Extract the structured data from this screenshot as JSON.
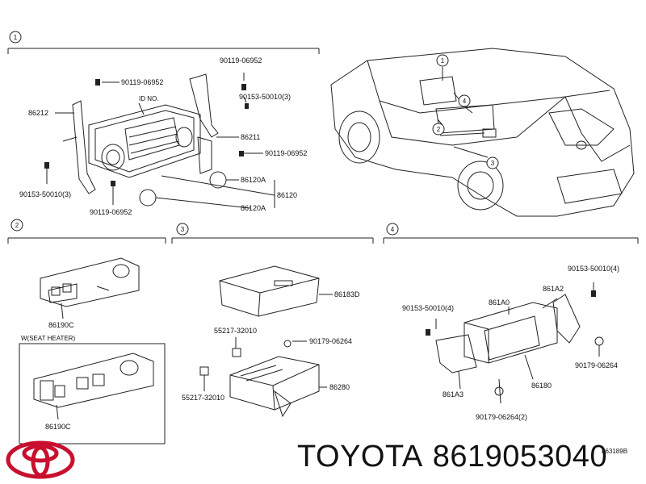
{
  "sections": {
    "s1": {
      "num": "1"
    },
    "s2": {
      "num": "2"
    },
    "s3": {
      "num": "3"
    },
    "s4": {
      "num": "4"
    }
  },
  "section1": {
    "id_no": "ID NO.",
    "p_86212": "86212",
    "p_86211": "86211",
    "p_86120A_top": "86120A",
    "p_86120A_bot": "86120A",
    "p_86120": "86120",
    "bolt_a": "90119-06952",
    "bolt_b": "90119-06952",
    "bolt_c": "90153-50010(3)",
    "bolt_d": "90119-06952",
    "bolt_e": "90119-06952",
    "bolt_f": "90153-50010(3)"
  },
  "car": {
    "c1": "1",
    "c2": "2",
    "c3": "3",
    "c4": "4"
  },
  "section2": {
    "p_86190C_top": "86190C",
    "note": "W(SEAT HEATER)",
    "p_86190C_bot": "86190C"
  },
  "section3": {
    "p_86183D": "86183D",
    "p_55217_top": "55217-32010",
    "p_90179": "90179-06264",
    "p_55217_bot": "55217-32010",
    "p_86280": "86280"
  },
  "section4": {
    "p_90153_right": "90153-50010(4)",
    "p_90153_left": "90153-50010(4)",
    "p_861A0": "861A0",
    "p_861A2": "861A2",
    "p_90179_right": "90179-06264",
    "p_861A3": "861A3",
    "p_86180": "86180",
    "p_90179_bot": "90179-06264(2)"
  },
  "diagram_code": "863189B",
  "brand": {
    "name": "TOYOTA",
    "part_number": "8619053040",
    "logo_color": "#c8102e"
  }
}
